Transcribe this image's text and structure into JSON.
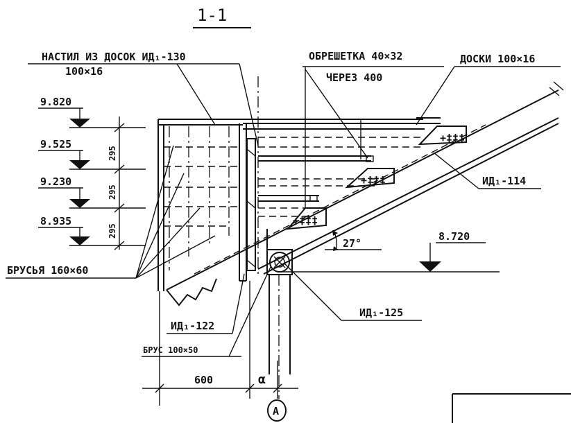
{
  "section_title": "1-1",
  "labels": {
    "decking": "НАСТИЛ ИЗ ДОСОК ИД₁-130",
    "decking_size": "100×16",
    "lathing": "ОБРЕШЕТКА 40×32",
    "lathing_step": "ЧЕРЕЗ 400",
    "boards": "ДОСКИ 100×16",
    "part_114": "ИД₁-114",
    "part_125": "ИД₁-125",
    "part_122": "ИД₁-122",
    "bars_160": "БРУСЬЯ 160×60",
    "bar_100": "БРУС 100×50",
    "angle": "27°",
    "dim_600": "600",
    "dim_alpha": "α",
    "axis": "A"
  },
  "levels": [
    "9.820",
    "9.525",
    "9.230",
    "8.935",
    "8.720"
  ],
  "spacings": [
    "295",
    "295",
    "295"
  ]
}
